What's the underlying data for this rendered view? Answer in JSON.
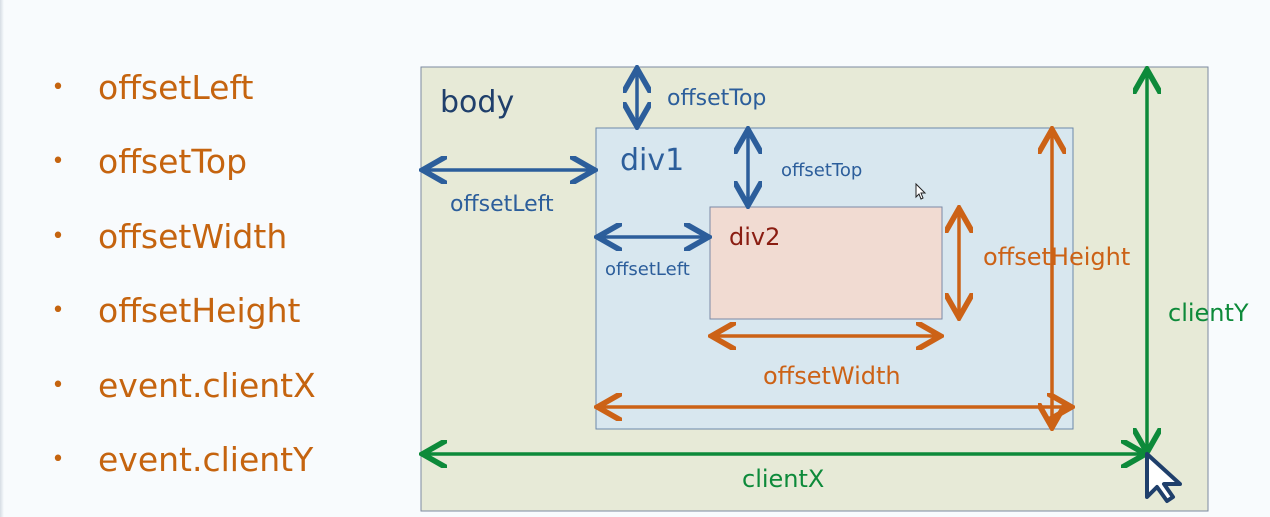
{
  "bullets": [
    {
      "label": "offsetLeft"
    },
    {
      "label": "offsetTop"
    },
    {
      "label": "offsetWidth"
    },
    {
      "label": "offsetHeight"
    },
    {
      "label": "event.clientX"
    },
    {
      "label": "event.clientY"
    }
  ],
  "diagram": {
    "body_label": "body",
    "div1_label": "div1",
    "div2_label": "div2",
    "div1_offset_top": "offsetTop",
    "div1_offset_left": "offsetLeft",
    "div2_offset_top": "offsetTop",
    "div2_offset_left": "offsetLeft",
    "div2_offset_height": "offsetHeight",
    "div2_offset_width": "offsetWidth",
    "client_x": "clientX",
    "client_y": "clientY"
  },
  "colors": {
    "bullet_text": "#c5640f",
    "blue": "#2c5e9b",
    "orange": "#cc6216",
    "green": "#0d8a3a",
    "body_fill": "#e7ead7",
    "div1_fill": "#d8e7ef",
    "div2_fill": "#f1dbd2"
  }
}
